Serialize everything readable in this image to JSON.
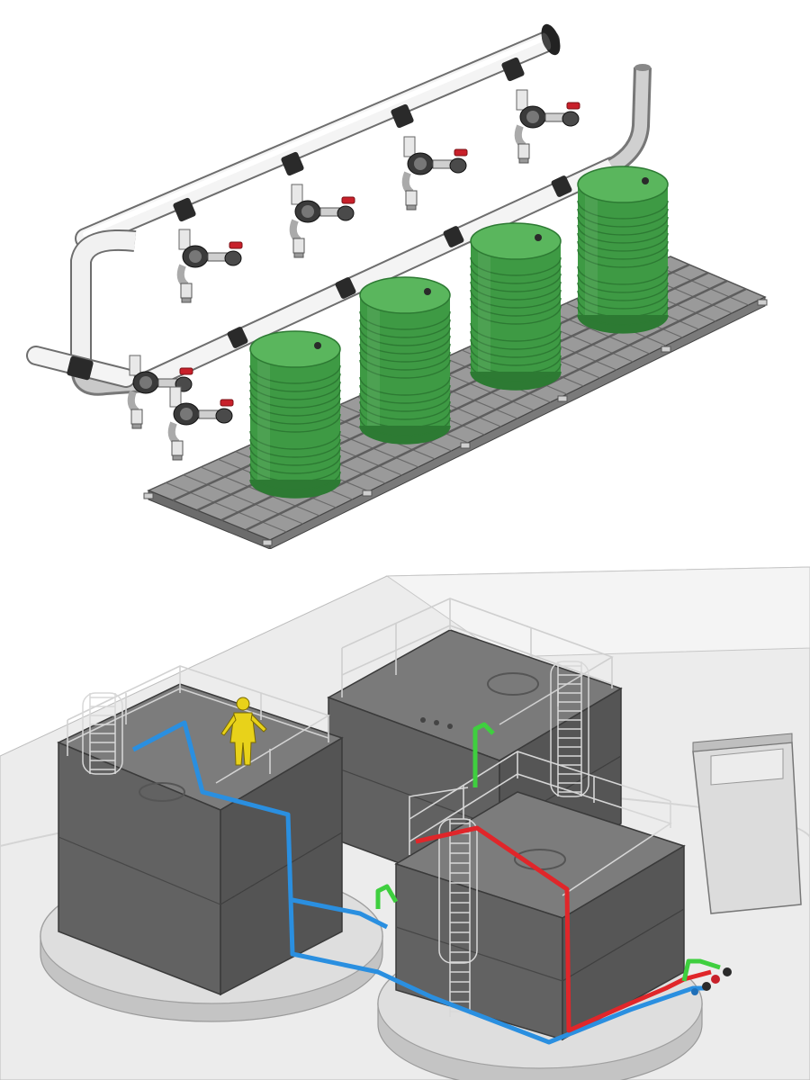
{
  "figure": {
    "panels": [
      {
        "id": "top",
        "subject": "drum-manifold-skid"
      },
      {
        "id": "bottom",
        "subject": "tank-installation"
      }
    ]
  },
  "colors": {
    "drum_green": "#3e9a44",
    "drum_green_dark": "#2d7a33",
    "drum_green_light": "#5ab65d",
    "pipe_white": "#f2f2f2",
    "pipe_black": "#2a2a2a",
    "valve_red": "#c8202a",
    "grating": "#8a8a8a",
    "tank_grey": "#6a6a6a",
    "tank_top": "#7c7c7c",
    "line_blue": "#2a8fe0",
    "line_red": "#e0262a",
    "line_green": "#3fcf3f",
    "figure_yellow": "#e8d21a",
    "floor": "#e6e6e6"
  }
}
